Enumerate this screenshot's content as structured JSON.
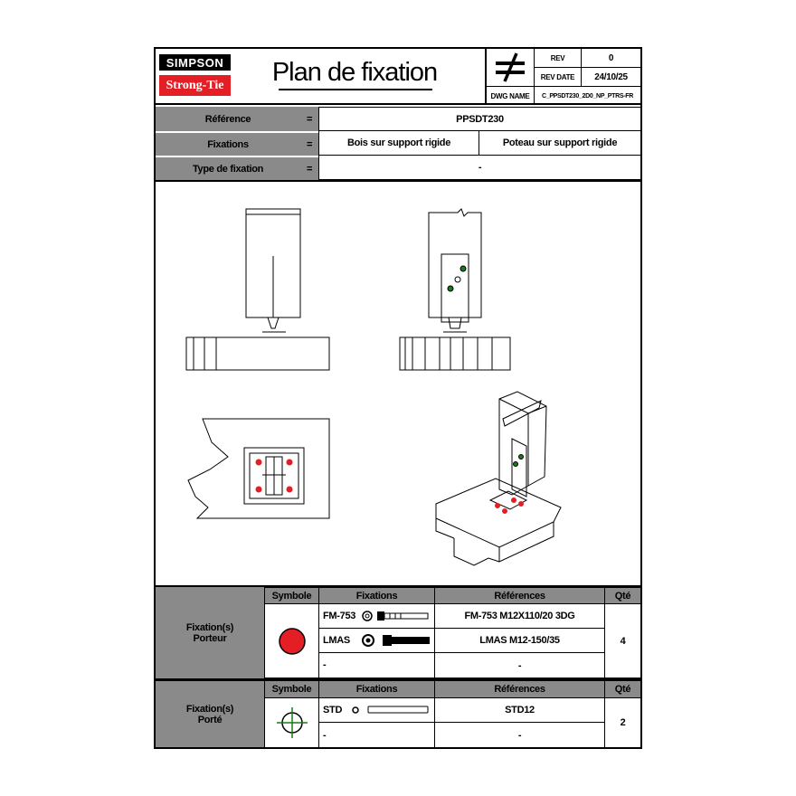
{
  "header": {
    "logo_top": "SIMPSON",
    "logo_bottom": "Strong-Tie",
    "title": "Plan de fixation",
    "rev_label": "REV",
    "rev_value": "0",
    "rev_date_label": "REV DATE",
    "rev_date_value": "24/10/25",
    "dwg_name_label": "DWG NAME",
    "dwg_name_value": "C_PPSDT230_2D0_NP_PTRS-FR"
  },
  "info": {
    "reference_label": "Référence",
    "reference_value": "PPSDT230",
    "fixations_label": "Fixations",
    "fixations_value_1": "Bois sur support rigide",
    "fixations_value_2": "Poteau sur support rigide",
    "type_label": "Type de fixation",
    "type_value": "-",
    "equals": "="
  },
  "table1": {
    "row_label": "Fixation(s)\nPorteur",
    "col_symbole": "Symbole",
    "col_fixations": "Fixations",
    "col_references": "Références",
    "col_qte": "Qté",
    "rows": [
      {
        "fix": "FM-753",
        "ref": "FM-753 M12X110/20 3DG"
      },
      {
        "fix": "LMAS",
        "ref": "LMAS M12-150/35"
      },
      {
        "fix": "-",
        "ref": "-"
      }
    ],
    "qty": "4",
    "symbol_color": "#e31e24"
  },
  "table2": {
    "row_label": "Fixation(s)\nPorté",
    "col_symbole": "Symbole",
    "col_fixations": "Fixations",
    "col_references": "Références",
    "col_qte": "Qté",
    "rows": [
      {
        "fix": "STD",
        "ref": "STD12"
      },
      {
        "fix": "-",
        "ref": "-"
      }
    ],
    "qty": "2",
    "symbol_color": "#1a7a1a"
  }
}
